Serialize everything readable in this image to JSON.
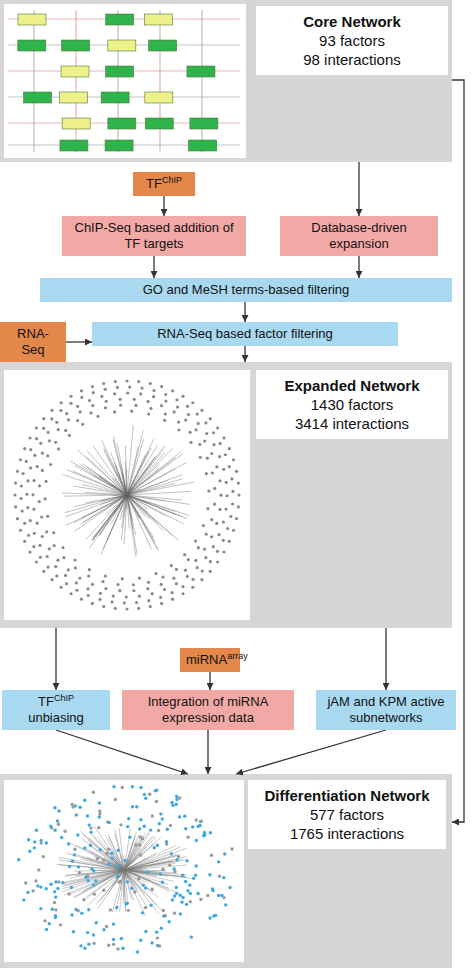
{
  "diagram": {
    "nodes": [
      {
        "text": [
          "Core Network",
          "93 factors",
          "98 interactions"
        ]
      },
      {
        "text": [
          "TF",
          "ChIP"
        ]
      },
      {
        "text": [
          "ChIP-Seq based addition of TF targets"
        ]
      },
      {
        "text": [
          "Database-driven expansion"
        ]
      },
      {
        "text": [
          "GO and MeSH terms-based filtering"
        ]
      },
      {
        "text": [
          "RNA-Seq"
        ]
      },
      {
        "text": [
          "RNA-Seq based factor filtering"
        ]
      },
      {
        "text": [
          "Expanded Network",
          "1430 factors",
          "3414 interactions"
        ]
      },
      {
        "text": [
          "TF",
          "ChIP",
          "unbiasing"
        ]
      },
      {
        "text": [
          "miRNA",
          "array"
        ]
      },
      {
        "text": [
          "Integration of miRNA expression data"
        ]
      },
      {
        "text": [
          "jAM and KPM active subnetworks"
        ]
      },
      {
        "text": [
          "Differentiation Network",
          "577 factors",
          "1765 interactions"
        ]
      }
    ],
    "edges": [
      {
        "from": 1,
        "to": 2,
        "arrow": "to"
      },
      {
        "from": 0,
        "to": 3,
        "arrow": "to"
      },
      {
        "from": 0,
        "to": 12,
        "arrow": "to"
      },
      {
        "from": 2,
        "to": 4,
        "arrow": "to"
      },
      {
        "from": 3,
        "to": 4,
        "arrow": "to"
      },
      {
        "from": 4,
        "to": 6,
        "arrow": "to"
      },
      {
        "from": 5,
        "to": 6,
        "arrow": "to"
      },
      {
        "from": 6,
        "to": 7,
        "arrow": "to"
      },
      {
        "from": 7,
        "to": 8,
        "arrow": "to"
      },
      {
        "from": 7,
        "to": 11,
        "arrow": "to"
      },
      {
        "from": 9,
        "to": 10,
        "arrow": "to"
      },
      {
        "from": 8,
        "to": 12,
        "arrow": "to"
      },
      {
        "from": 10,
        "to": 12,
        "arrow": "to"
      },
      {
        "from": 11,
        "to": 12,
        "arrow": "to"
      }
    ]
  }
}
